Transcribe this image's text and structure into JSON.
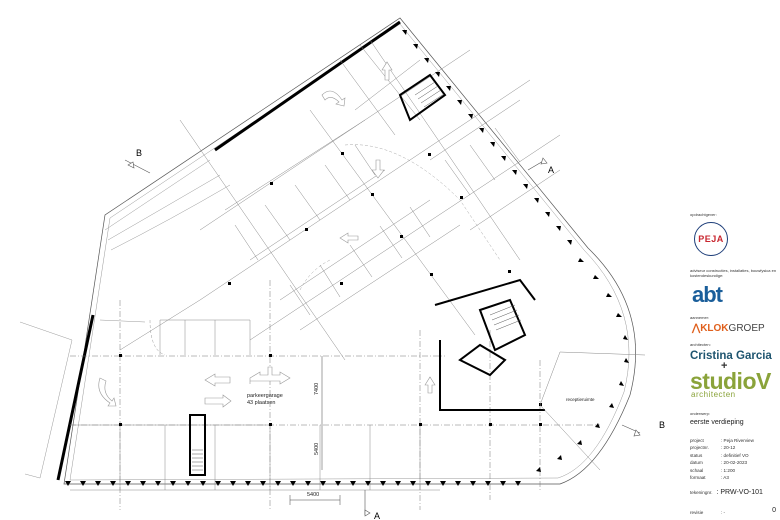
{
  "drawing": {
    "type": "floor plan",
    "labels": {
      "garage": "parkeergarage",
      "garage_capacity": "43 plaatsen",
      "reception": "receptieruimte",
      "dim_vertical_1": "7400",
      "dim_vertical_2": "5400",
      "dim_horizontal": "5400"
    },
    "section_markers": {
      "a_top": "A",
      "a_bottom": "A",
      "b_left": "B",
      "b_right": "B"
    }
  },
  "title_block": {
    "client_label": "opdrachtgever:",
    "client_logo": "PEJA",
    "advisor_label": "adviseur constructies, installaties, bouwfysica en kostendeskundige:",
    "advisor_logo": "abt",
    "contractor_label": "aannemer:",
    "contractor_logo_a": "KLOK",
    "contractor_logo_b": "GROEP",
    "architects_label": "architecten:",
    "architect_1": "Cristina Garcia",
    "architect_plus": "+",
    "architect_2": "studioV",
    "architect_2_sub": "architecten",
    "subject_label": "onderwerp:",
    "subject": "eerste verdieping",
    "meta": [
      {
        "key": "project",
        "value": ": Peja Riverview"
      },
      {
        "key": "projectnr.",
        "value": ": 20-12"
      },
      {
        "key": "status",
        "value": ": definitief VO"
      },
      {
        "key": "datum",
        "value": ": 20-02-2023"
      },
      {
        "key": "schaal",
        "value": ": 1:200"
      },
      {
        "key": "formaat",
        "value": ": A3"
      }
    ],
    "drawing_no_label": "tekeningnr.",
    "drawing_no": ": PRW-VO-101",
    "revision_label": "revisie",
    "revision_sep": ": -",
    "revision": "0"
  },
  "colors": {
    "peja_red": "#c8262f",
    "peja_blue": "#1f3f7a",
    "abt_blue": "#1a5e9a",
    "klok_orange": "#e0601d",
    "garcia_teal": "#1f5570",
    "studiov_green": "#8aa33a"
  }
}
